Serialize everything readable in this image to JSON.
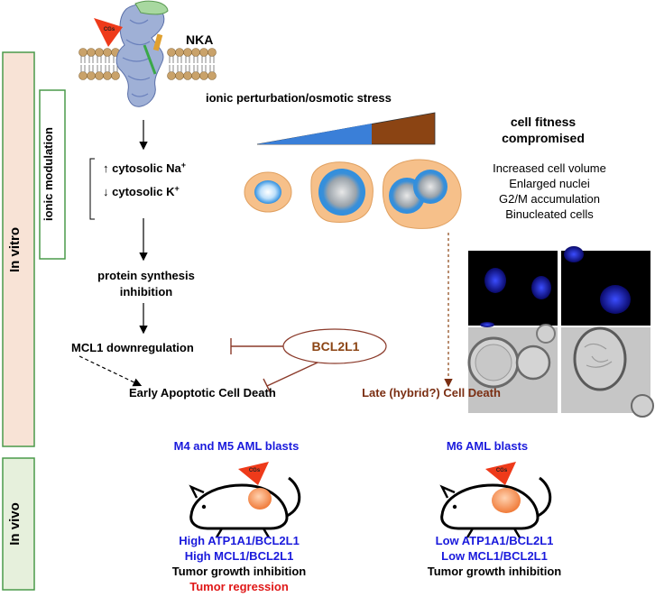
{
  "panels": {
    "in_vitro": "In vitro",
    "in_vivo": "In vivo",
    "ionic_modulation": "ionic modulation"
  },
  "membrane": {
    "protein_label": "NKA",
    "drug_badge": "CGs"
  },
  "stress": {
    "title": "ionic perturbation/osmotic stress"
  },
  "fitness": {
    "title_lines": [
      "cell fitness",
      "compromised"
    ],
    "features": [
      "Increased cell volume",
      "Enlarged nuclei",
      "G2/M accumulation",
      "Binucleated cells"
    ]
  },
  "pathway": {
    "ion_up": "↑ cytosolic Na",
    "ion_up_sup": "+",
    "ion_down": "↓ cytosolic K",
    "ion_down_sup": "+",
    "protein_line1": "protein synthesis",
    "protein_line2": "inhibition",
    "mcl1": "MCL1 downregulation",
    "bcl2l1": "BCL2L1",
    "early_death": "Early Apoptotic Cell Death",
    "late_death": "Late (hybrid?) Cell Death"
  },
  "invivo_left": {
    "blasts": "M4 and M5 AML blasts",
    "drug_badge": "CGs",
    "line1": "High ATP1A1/BCL2L1",
    "line2": "High MCL1/BCL2L1",
    "line3": "Tumor growth inhibition",
    "line4": "Tumor regression"
  },
  "invivo_right": {
    "blasts": "M6 AML blasts",
    "drug_badge": "CGs",
    "line1": "Low ATP1A1/BCL2L1",
    "line2": "Low MCL1/BCL2L1",
    "line3": "Tumor growth inhibition"
  },
  "colors": {
    "blue_text": "#1a1adc",
    "brown": "#7a2e12",
    "red": "#e01818",
    "panel_fill": "#f8e3d6",
    "panel_border": "#4a9a4a",
    "invivo_fill": "#e6f0dc",
    "cell_fill": "#f6c08a",
    "nucleus": "#2f8fe0"
  }
}
